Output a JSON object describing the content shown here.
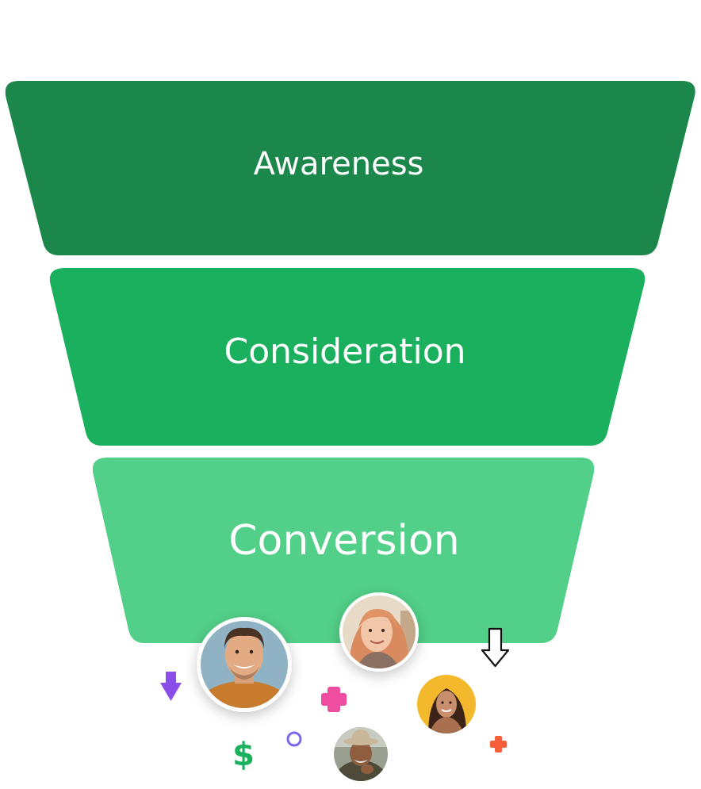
{
  "funnel": {
    "stages": [
      {
        "label": "Awareness",
        "color": "#1b874b"
      },
      {
        "label": "Consideration",
        "color": "#1bb05d"
      },
      {
        "label": "Conversion",
        "color": "#52cf88"
      }
    ]
  },
  "decorations": [
    {
      "icon": "arrow-down-icon",
      "color": "#8a4de8"
    },
    {
      "icon": "plus-icon",
      "color": "#ee4da0"
    },
    {
      "icon": "plus-icon",
      "color": "#f5603a"
    },
    {
      "icon": "circle-outline-icon",
      "color": "#7b67ee"
    },
    {
      "icon": "dollar-icon",
      "color": "#1bb05d"
    },
    {
      "icon": "arrow-down-outline-icon",
      "color": "#111111"
    }
  ],
  "avatars": [
    {
      "name": "avatar-man-smiling"
    },
    {
      "name": "avatar-woman-redhead"
    },
    {
      "name": "avatar-woman-yellow-bg"
    },
    {
      "name": "avatar-man-hat"
    }
  ],
  "dollar_symbol": "$"
}
